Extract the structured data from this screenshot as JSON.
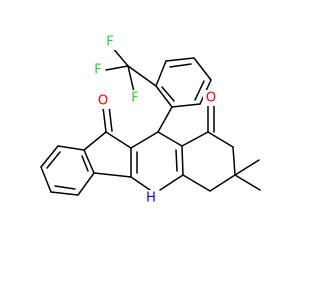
{
  "molecule": {
    "colors": {
      "bond": "#000000",
      "oxygen": "#ff0000",
      "nitrogen": "#0000ff",
      "fluorine": "#33cc33",
      "background": "#ffffff"
    },
    "labels": {
      "o_top": "O",
      "o_right": "O",
      "nh": "H",
      "f1": "F",
      "f2": "F",
      "f3": "F"
    }
  }
}
